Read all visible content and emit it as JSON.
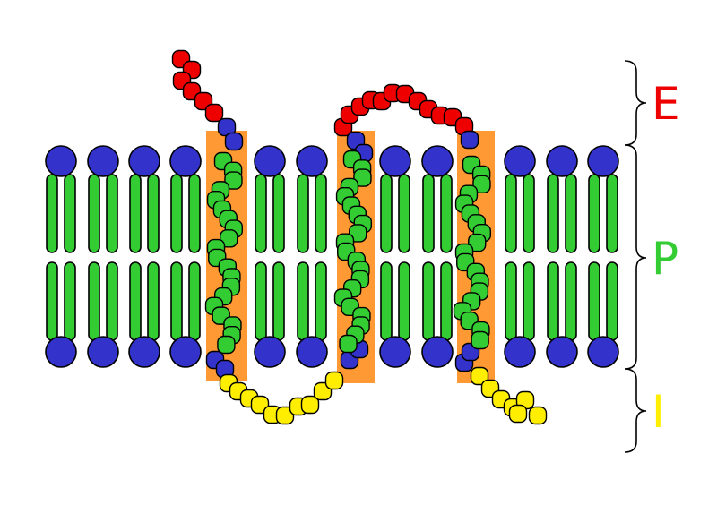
{
  "labels": {
    "extracellular": "E",
    "membrane": "P",
    "intracellular": "I"
  },
  "colors": {
    "lipid_head": "#3333cc",
    "lipid_tail": "#33cc33",
    "helix_band": "#ff9933",
    "extracellular": "#ee0000",
    "membrane": "#33cc33",
    "intracellular": "#ffee00",
    "outline": "#000000"
  }
}
